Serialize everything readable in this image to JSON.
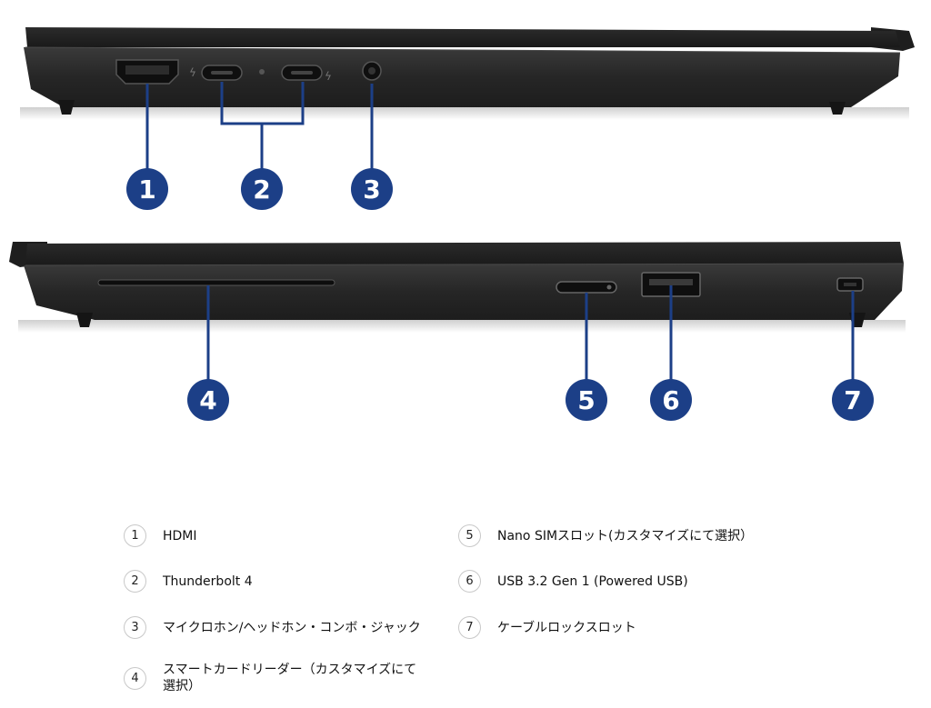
{
  "markers": [
    "1",
    "2",
    "3",
    "4",
    "5",
    "6",
    "7"
  ],
  "legend": [
    {
      "num": "1",
      "text": "HDMI"
    },
    {
      "num": "2",
      "text": "Thunderbolt 4"
    },
    {
      "num": "3",
      "text": "マイクロホン/ヘッドホン・コンボ・ジャック"
    },
    {
      "num": "4",
      "text": "スマートカードリーダー（カスタマイズにて\n選択）"
    },
    {
      "num": "5",
      "text": "Nano SIMスロット(カスタマイズにて選択）"
    },
    {
      "num": "6",
      "text": "USB 3.2 Gen 1 (Powered USB)"
    },
    {
      "num": "7",
      "text": "ケーブルロックスロット"
    }
  ],
  "colors": {
    "marker": "#1c3f87",
    "line": "#1c3f87",
    "chassis": "#2a2a2a",
    "chassis_dark": "#1b1b1b",
    "chassis_edge": "#3a3a3a"
  }
}
